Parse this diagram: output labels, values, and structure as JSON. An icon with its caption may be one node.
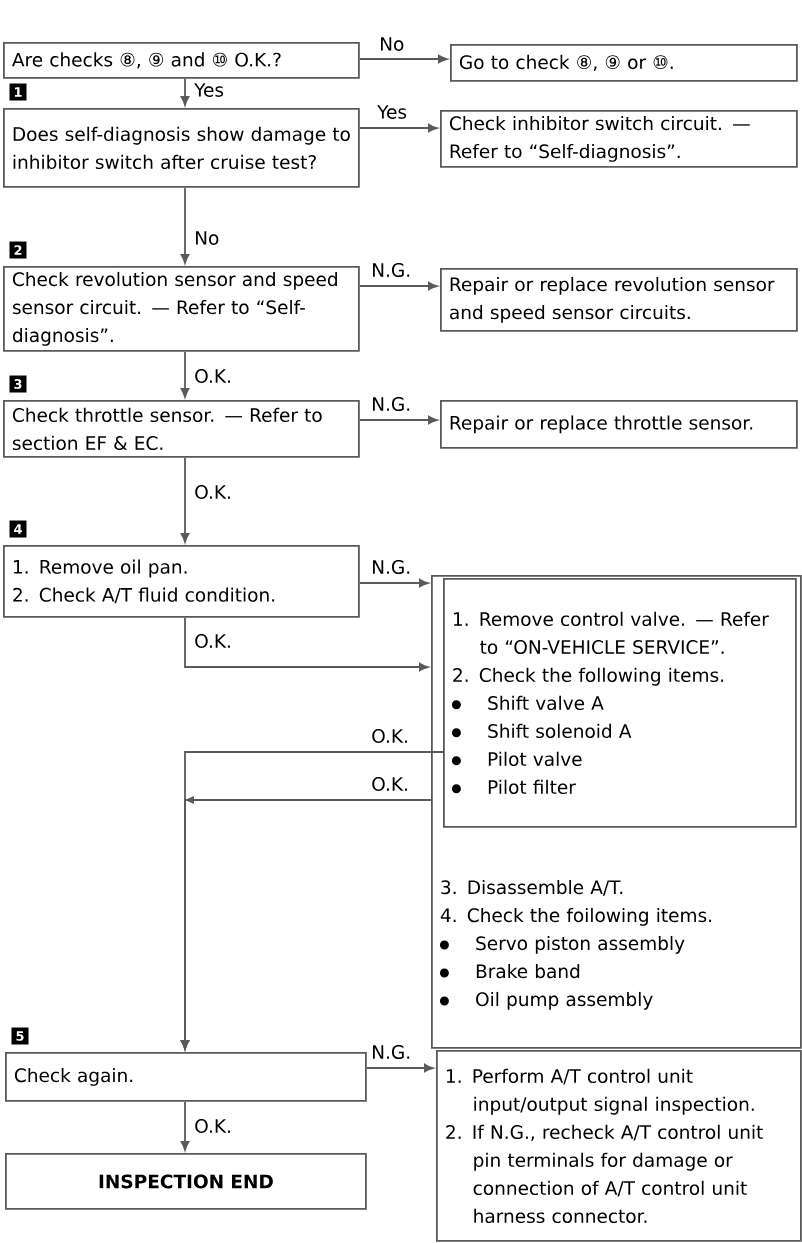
{
  "diagram": {
    "nodes": [
      {
        "text": [
          "Are checks ⑧, ⑨ and ⑩ O.K.?"
        ]
      },
      {
        "text": [
          "Go to check ⑧, ⑨ or ⑩."
        ]
      },
      {
        "text": [
          "Does self-diagnosis show damage to inhibitor switch after cruise test?"
        ],
        "beside": [
          "1"
        ]
      },
      {
        "text": [
          "Check inhibitor switch circuit. — Refer to “Self-diagnosis”."
        ]
      },
      {
        "text": [
          "Check revolution sensor and speed sensor circuit. — Refer to “Self-diagnosis”."
        ],
        "beside": [
          "2"
        ]
      },
      {
        "text": [
          "Repair or replace revolution sensor and speed sensor circuits."
        ]
      },
      {
        "text": [
          "Check throttle sensor. — Refer to section EF & EC."
        ],
        "beside": [
          "3"
        ]
      },
      {
        "text": [
          "Repair or replace throttle sensor."
        ]
      },
      {
        "text": [
          "1. Remove oil pan.",
          "2. Check A/T fluid condition."
        ],
        "beside": [
          "4"
        ]
      },
      {
        "text": [
          "3. Disassemble A/T.",
          "4. Check the foilowing items.",
          "Servo piston assembly",
          "Brake band",
          "Oil pump assembly"
        ]
      },
      {
        "text": [
          "1. Remove control valve. — Refer to “ON-VEHICLE SERVICE”.",
          "2. Check the following items.",
          "Shift valve A",
          "Shift solenoid A",
          "Pilot valve",
          "Pilot filter"
        ],
        "in": 9
      },
      {
        "text": [
          "Check again."
        ],
        "beside": [
          "5"
        ]
      },
      {
        "text": [
          "INSPECTION END"
        ]
      },
      {
        "text": [
          "1. Perform A/T control unit input/output signal inspection.",
          "2. If N.G., recheck A/T control unit pin terminals for damage or connection of A/T control unit harness connector."
        ]
      }
    ],
    "edges": [
      {
        "from": 0,
        "to": 1,
        "arrow": "to",
        "label": "No"
      },
      {
        "from": 0,
        "to": 2,
        "arrow": "to",
        "label": "Yes"
      },
      {
        "from": 2,
        "to": 3,
        "arrow": "to",
        "label": "Yes"
      },
      {
        "from": 2,
        "to": 4,
        "arrow": "to",
        "label": "No"
      },
      {
        "from": 4,
        "to": 5,
        "arrow": "to",
        "label": "N.G."
      },
      {
        "from": 4,
        "to": 6,
        "arrow": "to",
        "label": "O.K."
      },
      {
        "from": 6,
        "to": 7,
        "arrow": "to",
        "label": "N.G."
      },
      {
        "from": 6,
        "to": 8,
        "arrow": "to",
        "label": "O.K."
      },
      {
        "from": 8,
        "to": 9,
        "arrow": "to",
        "label": "N.G."
      },
      {
        "from": 8,
        "to": 9,
        "arrow": "to",
        "label": "O.K."
      },
      {
        "from": 10,
        "to": 11,
        "arrow": "to",
        "label": "O.K."
      },
      {
        "from": 9,
        "to": 11,
        "arrow": "to",
        "label": "O.K."
      },
      {
        "from": 11,
        "to": 13,
        "arrow": "to",
        "label": "N.G."
      },
      {
        "from": 11,
        "to": 12,
        "arrow": "to",
        "label": "O.K."
      }
    ]
  }
}
